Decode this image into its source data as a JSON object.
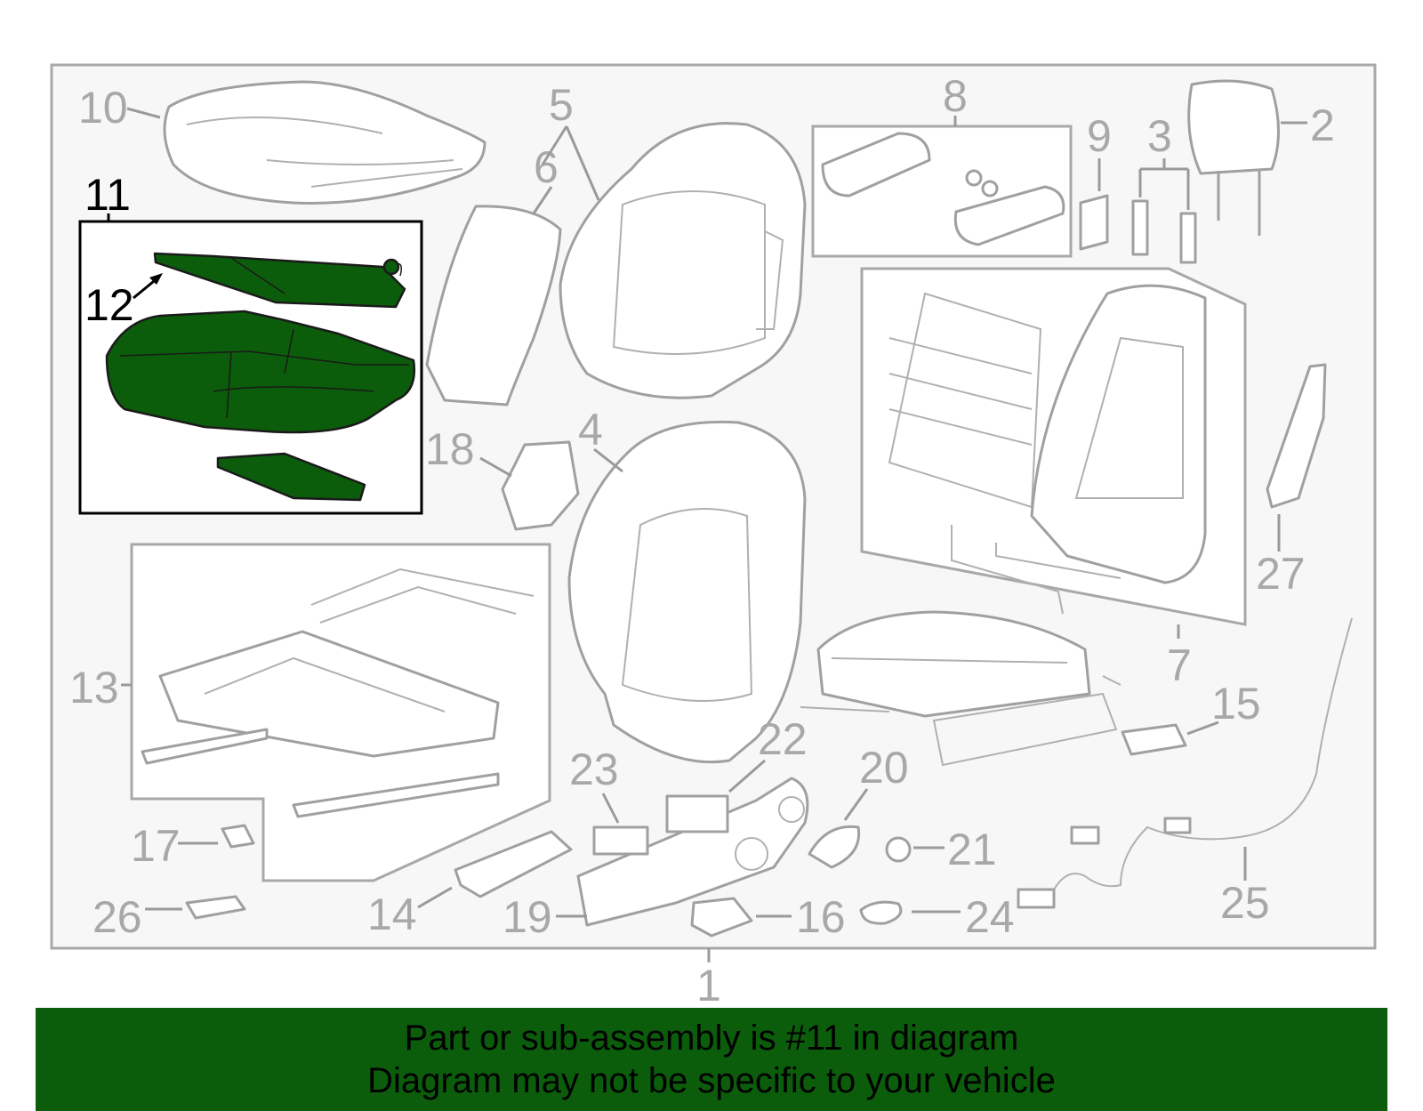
{
  "colors": {
    "banner_background": "#0b5d0b",
    "highlight_fill": "#0b5d0b",
    "frame_background": "#f7f7f7",
    "callout_gray": "#a8a8a8",
    "callout_highlight": "#000000"
  },
  "callouts": {
    "c1": "1",
    "c2": "2",
    "c3": "3",
    "c4": "4",
    "c5": "5",
    "c6": "6",
    "c7": "7",
    "c8": "8",
    "c9": "9",
    "c10": "10",
    "c11": "11",
    "c12": "12",
    "c13": "13",
    "c14": "14",
    "c15": "15",
    "c16": "16",
    "c17": "17",
    "c18": "18",
    "c19": "19",
    "c20": "20",
    "c21": "21",
    "c22": "22",
    "c23": "23",
    "c24": "24",
    "c25": "25",
    "c26": "26",
    "c27": "27"
  },
  "banner": {
    "line1": "Part or sub-assembly is #11 in diagram",
    "line2": "Diagram may not be specific to your vehicle"
  }
}
